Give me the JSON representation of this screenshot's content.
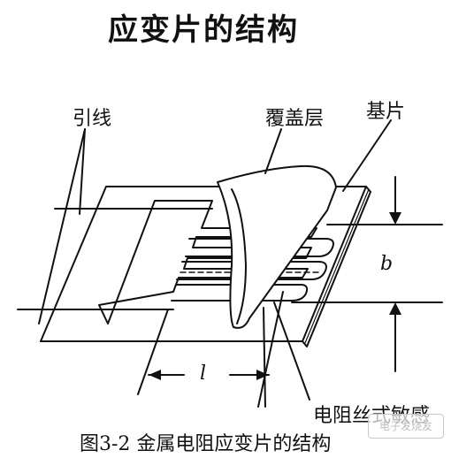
{
  "title": "应变片的结构",
  "labels": {
    "lead_wire": "引线",
    "cover_layer": "覆盖层",
    "substrate": "基片",
    "grid": "电阻丝式敏感",
    "length_symbol": "l",
    "width_symbol": "b"
  },
  "caption": "图3-2 金属电阻应变片的结构",
  "watermark": "电子发烧友"
}
